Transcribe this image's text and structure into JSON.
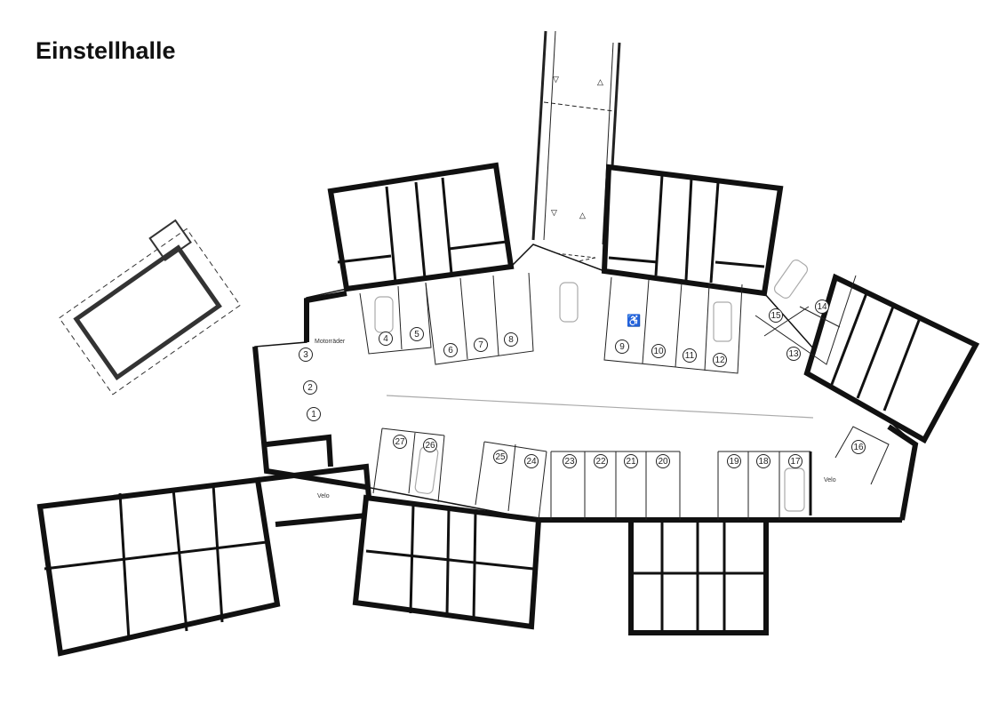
{
  "title": "Einstellhalle",
  "labels": {
    "motorraeder": "Motorräder",
    "velo_left": "Velo",
    "velo_right": "Velo"
  },
  "accessible_spot_icon": "wheelchair-icon",
  "parking_spots": [
    "1",
    "2",
    "3",
    "4",
    "5",
    "6",
    "7",
    "8",
    "9",
    "10",
    "11",
    "12",
    "13",
    "14",
    "15",
    "16",
    "17",
    "18",
    "19",
    "20",
    "21",
    "22",
    "23",
    "24",
    "25",
    "26",
    "27"
  ]
}
